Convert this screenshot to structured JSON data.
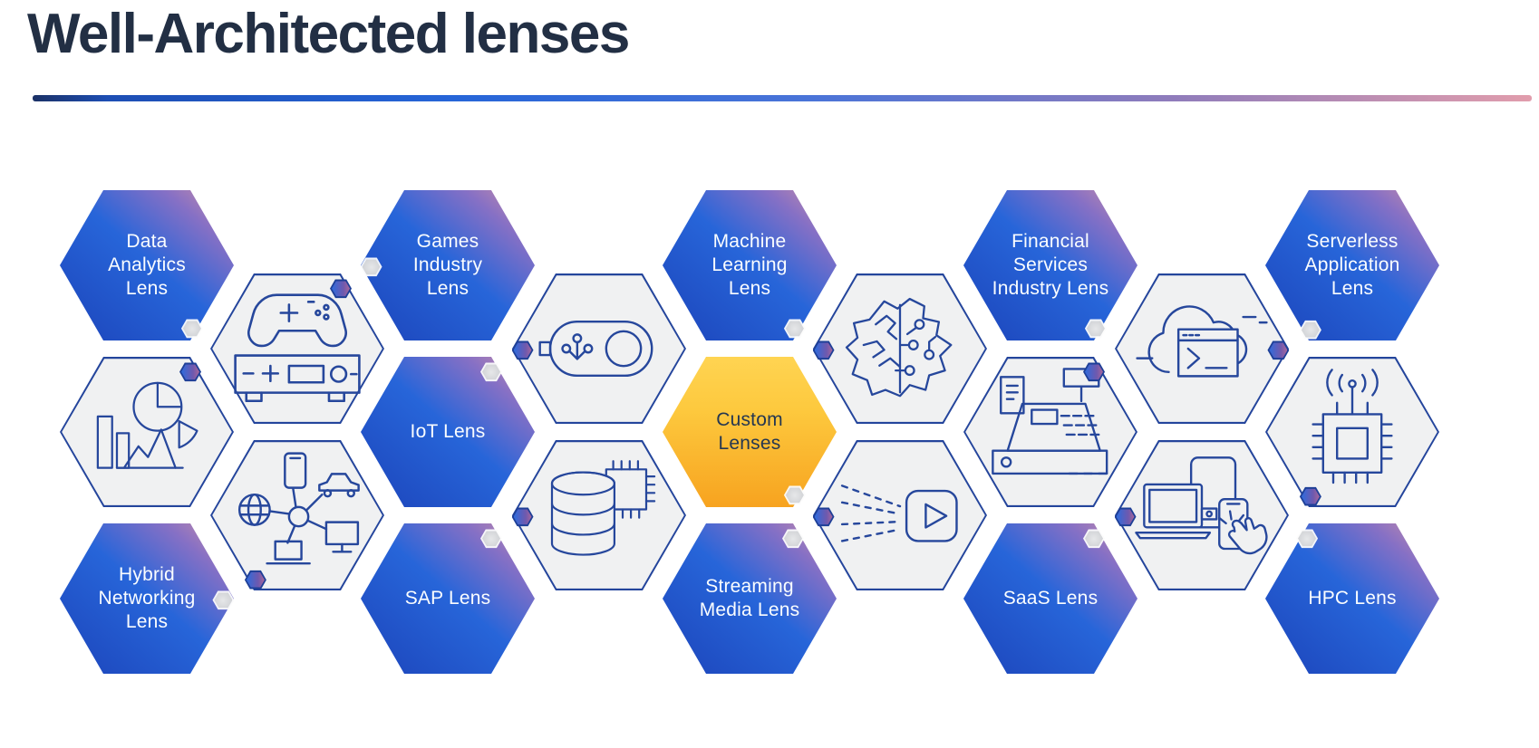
{
  "header": {
    "title": "Well-Architected lenses"
  },
  "palette": {
    "title_text": "#222f44",
    "tile_blue_start": "#1c44ba",
    "tile_blue_mid": "#2765d9",
    "tile_pink_corner": "#d291a5",
    "tile_yellow_top": "#ffd452",
    "tile_yellow_bottom": "#f7a31f",
    "tile_white_fill": "#f0f1f2",
    "line_navy": "#26479c",
    "divider_left": "#1b3166",
    "divider_blue": "#2665d8",
    "divider_pink": "#e19dac"
  },
  "tiles": [
    {
      "name": "data-analytics-lens",
      "kind": "lens",
      "tile_color": "blue",
      "accent": "gray",
      "label": "Data\nAnalytics\nLens"
    },
    {
      "name": "games-industry-lens",
      "kind": "lens",
      "tile_color": "blue",
      "accent": "gray",
      "label": "Games\nIndustry\nLens"
    },
    {
      "name": "machine-learning-lens",
      "kind": "lens",
      "tile_color": "blue",
      "accent": "gray",
      "label": "Machine\nLearning\nLens"
    },
    {
      "name": "financial-services-industry-lens",
      "kind": "lens",
      "tile_color": "blue",
      "accent": "gray",
      "label": "Financial\nServices\nIndustry Lens"
    },
    {
      "name": "serverless-application-lens",
      "kind": "lens",
      "tile_color": "blue",
      "accent": "gray",
      "label": "Serverless\nApplication\nLens"
    },
    {
      "name": "game-tech-tile",
      "kind": "icon",
      "tile_color": "white",
      "accent": "blue",
      "icon": "game-controller-console-icon"
    },
    {
      "name": "iot-toggle-tile",
      "kind": "icon",
      "tile_color": "white",
      "accent": "blue",
      "icon": "iot-toggle-icon"
    },
    {
      "name": "ml-brain-tile",
      "kind": "icon",
      "tile_color": "white",
      "accent": "blue",
      "icon": "ml-brain-circuit-icon"
    },
    {
      "name": "cloud-terminal-tile",
      "kind": "icon",
      "tile_color": "white",
      "accent": "blue",
      "icon": "cloud-terminal-icon"
    },
    {
      "name": "analytics-chart-tile",
      "kind": "icon",
      "tile_color": "white",
      "accent": "blue",
      "icon": "bar-pie-chart-icon"
    },
    {
      "name": "iot-lens",
      "kind": "lens",
      "tile_color": "blue",
      "accent": "gray",
      "label": "IoT Lens"
    },
    {
      "name": "custom-lenses",
      "kind": "lens",
      "tile_color": "yellow",
      "accent": "gray",
      "label": "Custom\nLenses"
    },
    {
      "name": "cash-register-tile",
      "kind": "icon",
      "tile_color": "white",
      "accent": "blue",
      "icon": "cash-register-icon"
    },
    {
      "name": "chip-antenna-tile",
      "kind": "icon",
      "tile_color": "white",
      "accent": "blue",
      "icon": "chip-antenna-icon"
    },
    {
      "name": "iot-network-tile",
      "kind": "icon",
      "tile_color": "white",
      "accent": "blue",
      "icon": "iot-device-network-icon"
    },
    {
      "name": "database-chip-tile",
      "kind": "icon",
      "tile_color": "white",
      "accent": "blue",
      "icon": "database-chip-icon"
    },
    {
      "name": "streaming-play-tile",
      "kind": "icon",
      "tile_color": "white",
      "accent": "blue",
      "icon": "streaming-play-icon"
    },
    {
      "name": "devices-touch-tile",
      "kind": "icon",
      "tile_color": "white",
      "accent": "blue",
      "icon": "multi-device-touch-icon"
    },
    {
      "name": "hybrid-networking-lens",
      "kind": "lens",
      "tile_color": "blue",
      "accent": "gray",
      "label": "Hybrid\nNetworking\nLens"
    },
    {
      "name": "sap-lens",
      "kind": "lens",
      "tile_color": "blue",
      "accent": "gray",
      "label": "SAP Lens"
    },
    {
      "name": "streaming-media-lens",
      "kind": "lens",
      "tile_color": "blue",
      "accent": "gray",
      "label": "Streaming\nMedia Lens"
    },
    {
      "name": "saas-lens",
      "kind": "lens",
      "tile_color": "blue",
      "accent": "gray",
      "label": "SaaS Lens"
    },
    {
      "name": "hpc-lens",
      "kind": "lens",
      "tile_color": "blue",
      "accent": "gray",
      "label": "HPC Lens"
    }
  ]
}
